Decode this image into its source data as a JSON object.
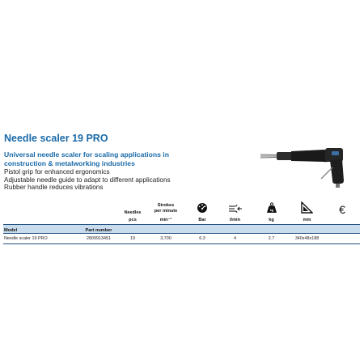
{
  "product": {
    "title": "Needle scaler 19 PRO",
    "subtitle": "Universal needle scaler for scaling applications in construction & metalworking industries",
    "features": [
      "Pistol grip for enhanced ergonomics",
      "Adjustable needle guide to adapt to different applications",
      "Rubber handle reduces vibrations"
    ]
  },
  "table": {
    "header_top": {
      "needles": "Needles",
      "strokes_line1": "Strokes",
      "strokes_line2": "per minute"
    },
    "units": {
      "needles": "pcs",
      "strokes": "min⁻¹",
      "pressure": "Bar",
      "air": "l/min",
      "weight": "kg",
      "dimensions": "mm"
    },
    "icons": {
      "pressure": "pressure-gauge-icon",
      "air": "air-consumption-icon",
      "weight": "weight-icon",
      "dimensions": "dimensions-icon",
      "price": "euro-icon"
    },
    "euro_symbol": "€",
    "weight_icon_label": "kg",
    "head": {
      "model": "Model",
      "part_number": "Part number"
    },
    "rows": [
      {
        "model": "Needle scaler 19 PRO",
        "part_number": "2809913451",
        "needles": "19",
        "strokes": "3,700",
        "pressure": "6.3",
        "air": "4",
        "weight": "2.7",
        "dimensions": "340x48x188",
        "price": ""
      }
    ]
  },
  "colors": {
    "title": "#1a6aa8",
    "table_header_bg": "#c8dced",
    "table_rule": "#1f4f7e"
  }
}
